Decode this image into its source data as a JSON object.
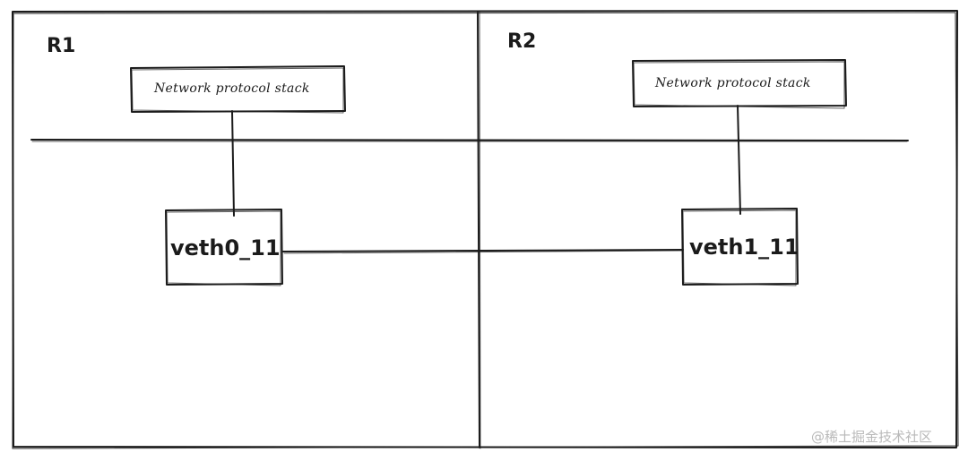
{
  "regions": [
    {
      "id": "r1",
      "label": "R1"
    },
    {
      "id": "r2",
      "label": "R2"
    }
  ],
  "stacks": [
    {
      "region": "R1",
      "label": "Network protocol stack"
    },
    {
      "region": "R2",
      "label": "Network protocol stack"
    }
  ],
  "interfaces": [
    {
      "region": "R1",
      "label": "veth0_11"
    },
    {
      "region": "R2",
      "label": "veth1_11"
    }
  ],
  "watermark": "@稀土掘金技术社区",
  "colors": {
    "stroke": "#1b1b1b",
    "background": "#ffffff",
    "watermark": "#b9b9b9"
  }
}
